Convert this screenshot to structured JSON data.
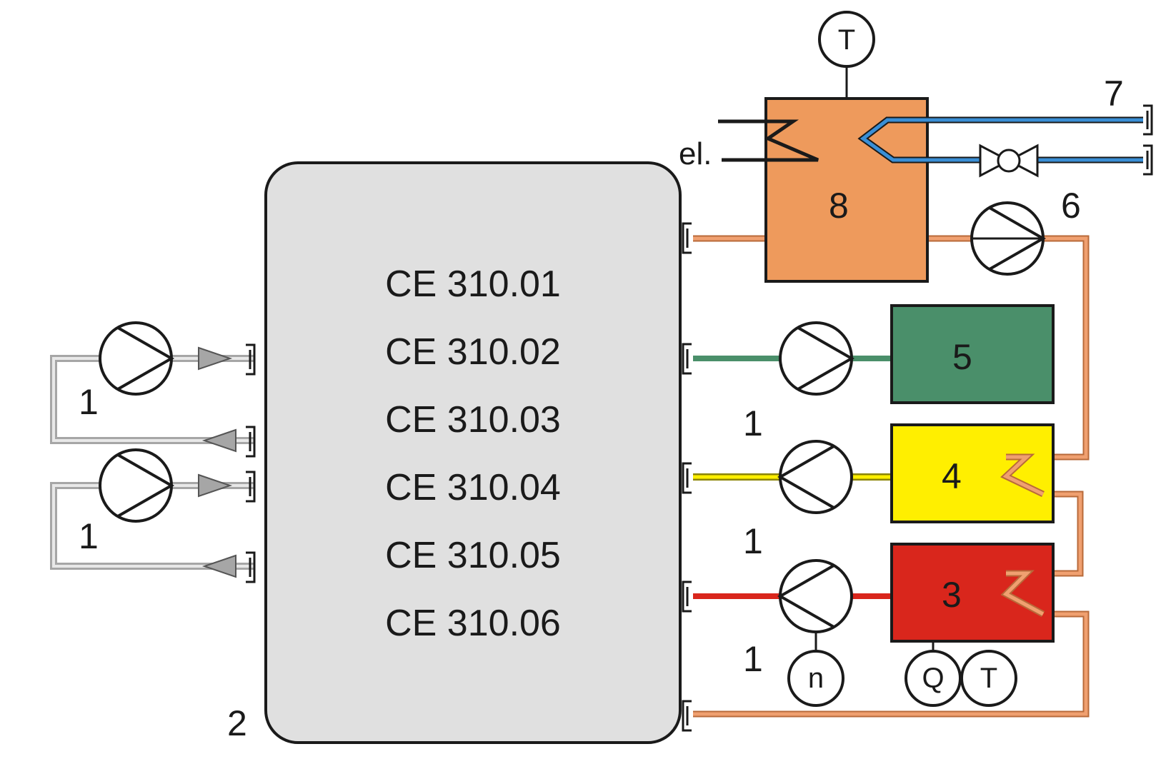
{
  "models": [
    "CE 310.01",
    "CE 310.02",
    "CE 310.03",
    "CE 310.04",
    "CE 310.05",
    "CE 310.06"
  ],
  "labels": {
    "main_unit": "2",
    "pump_left_upper": "1",
    "pump_left_lower": "1",
    "pump_right_a": "1",
    "pump_right_b": "1",
    "pump_right_c": "1",
    "tank_green": "5",
    "tank_yellow": "4",
    "tank_red": "3",
    "pump_circ": "6",
    "water_line": "7",
    "heater_tank": "8",
    "electric": "el."
  },
  "instruments": {
    "heater_temp": "T",
    "speed": "n",
    "flow": "Q",
    "temp": "T"
  },
  "colors": {
    "unit_fill": "#e0e0e0",
    "gray_pipe": "#a6a6a6",
    "orange": "#ee9a5c",
    "orange_pipe": "#f0a070",
    "green": "#4a8f6a",
    "yellow": "#ffef00",
    "red": "#d9261c",
    "blue": "#3a8fd6",
    "stroke": "#1a1a1a"
  }
}
